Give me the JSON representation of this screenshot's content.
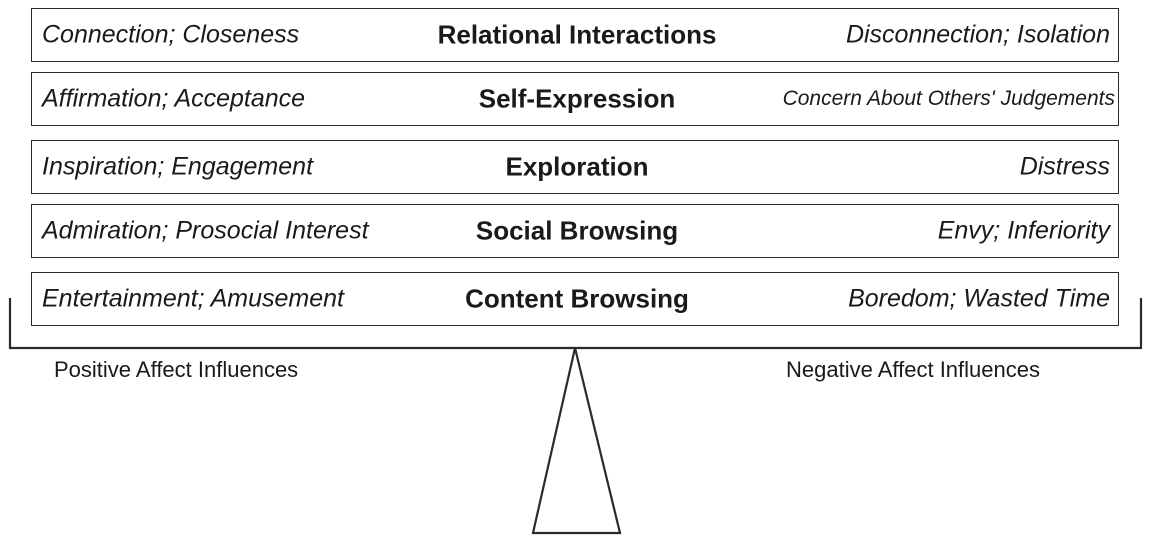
{
  "rows": [
    {
      "positive": "Connection; Closeness",
      "center": "Relational Interactions",
      "negative": "Disconnection; Isolation"
    },
    {
      "positive": "Affirmation; Acceptance",
      "center": "Self-Expression",
      "negative": "Concern About Others' Judgements"
    },
    {
      "positive": "Inspiration; Engagement",
      "center": "Exploration",
      "negative": "Distress"
    },
    {
      "positive": "Admiration; Prosocial Interest",
      "center": "Social Browsing",
      "negative": "Envy; Inferiority"
    },
    {
      "positive": "Entertainment; Amusement",
      "center": "Content Browsing",
      "negative": "Boredom; Wasted Time"
    }
  ],
  "scale": {
    "left_label": "Positive Affect Influences",
    "right_label": "Negative Affect Influences"
  }
}
